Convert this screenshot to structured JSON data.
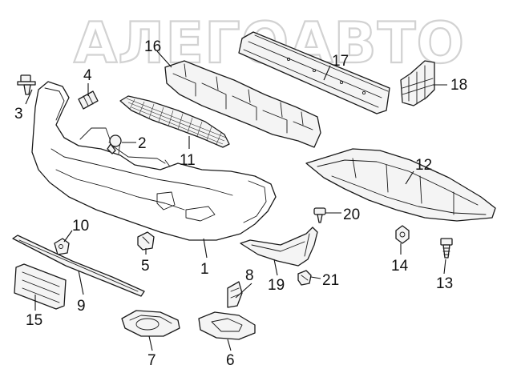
{
  "watermark": {
    "text": "АЛЕГОАВТО"
  },
  "callouts": [
    "1",
    "2",
    "3",
    "4",
    "5",
    "6",
    "7",
    "8",
    "9",
    "10",
    "11",
    "12",
    "13",
    "14",
    "15",
    "16",
    "17",
    "18",
    "19",
    "20",
    "21"
  ],
  "colors": {
    "line": "#1a1a1a",
    "background": "#ffffff",
    "watermark": "#d2d2d2"
  }
}
